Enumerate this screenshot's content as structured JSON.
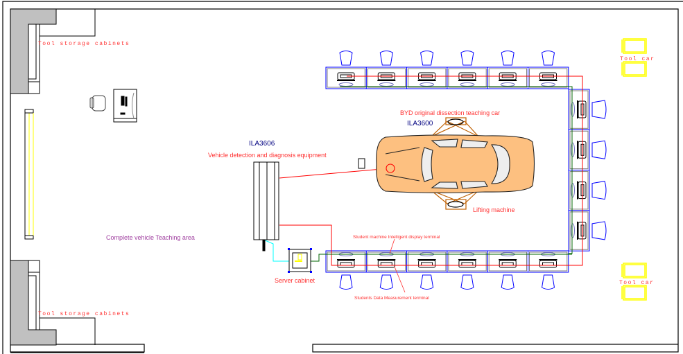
{
  "labels": {
    "tool_storage_top": "Tool storage cabinets",
    "tool_storage_bottom": "Tool storage cabinets",
    "tool_car_top": "Tool car",
    "tool_car_bottom": "Tool car",
    "byd_car": "BYD original dissection teaching car",
    "ila3600": "ILA3600",
    "ila3606": "ILA3606",
    "vehicle_detection": "Vehicle detection and diagnosis equipment",
    "lifting_machine": "Lifting machine",
    "teaching_area": "Complete vehicle  Teaching area",
    "server_cabinet": "Server cabinet",
    "student_display": "Student machine  Intelligent display  terminal",
    "student_measure": "Students Data Measurement  terminal"
  },
  "colors": {
    "wall_fill": "#c0c0c0",
    "desk_outline": "#0000ff",
    "network_red": "#ff0000",
    "network_green": "#006400",
    "network_cyan": "#00ffff",
    "label_red": "#ff3030",
    "label_purple": "#a040a0",
    "car_body": "#fdc080",
    "lift": "#c06000",
    "tool_car": "#ffff00"
  }
}
